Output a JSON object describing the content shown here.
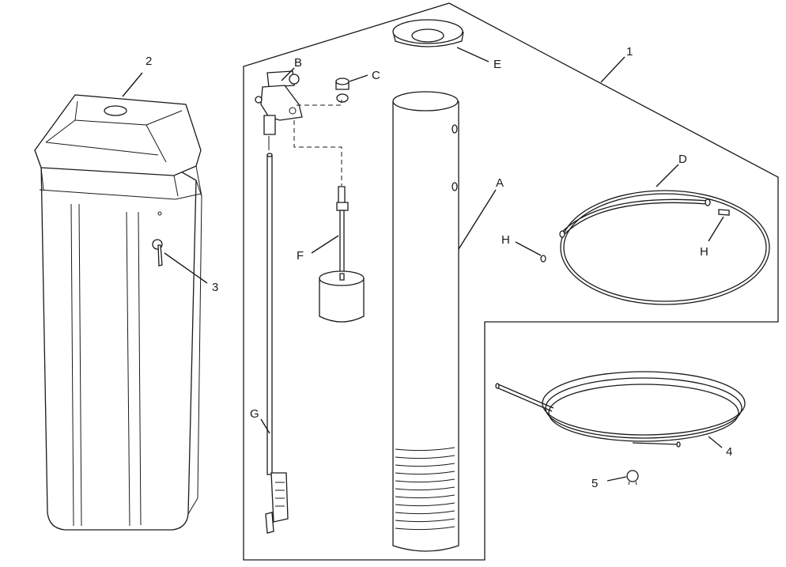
{
  "diagram": {
    "callouts": {
      "kit": "1",
      "cabinet_cover": "2",
      "fitting": "3",
      "tubing": "4",
      "clamp": "5",
      "brine_well": "A",
      "float_valve": "B",
      "grommet": "C",
      "tube": "D",
      "well_cap": "E",
      "float_rod": "F",
      "brine_rod": "G",
      "insert_left": "H",
      "insert_right": "H"
    },
    "colors": {
      "line": "#1a1a1a",
      "background": "#ffffff"
    }
  }
}
